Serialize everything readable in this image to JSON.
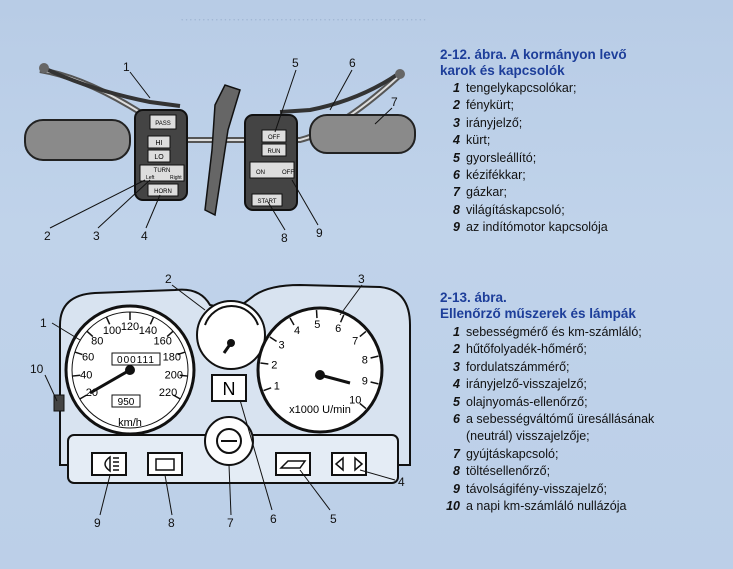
{
  "fig1": {
    "title_line1": "2-12. ábra. A kormányon levő",
    "title_line2": "karok és kapcsolók",
    "items": [
      {
        "n": "1",
        "text": "tengelykapcsolókar;"
      },
      {
        "n": "2",
        "text": "fénykürt;"
      },
      {
        "n": "3",
        "text": "irányjelző;"
      },
      {
        "n": "4",
        "text": "kürt;"
      },
      {
        "n": "5",
        "text": "gyorsleállító;"
      },
      {
        "n": "6",
        "text": "kézifékkar;"
      },
      {
        "n": "7",
        "text": "gázkar;"
      },
      {
        "n": "8",
        "text": "világításkapcsoló;"
      },
      {
        "n": "9",
        "text": "az indítómotor kapcsolója"
      }
    ],
    "callouts": [
      "1",
      "2",
      "3",
      "4",
      "5",
      "6",
      "7",
      "8",
      "9"
    ],
    "labels": {
      "pass": "PASS",
      "hi": "HI",
      "lo": "LO",
      "turn": "TURN",
      "left": "Left",
      "right": "Right",
      "horn": "HORN",
      "off": "OFF",
      "run": "RUN",
      "on": "ON",
      "off2": "OFF",
      "start": "START"
    }
  },
  "fig2": {
    "title_line1": "2-13. ábra.",
    "title_line2": "Ellenőrző műszerek és lámpák",
    "items": [
      {
        "n": "1",
        "text": "sebességmérő és km-számláló;"
      },
      {
        "n": "2",
        "text": "hűtőfolyadék-hőmérő;"
      },
      {
        "n": "3",
        "text": "fordulatszámmérő;"
      },
      {
        "n": "4",
        "text": "irányjelző-visszajelző;"
      },
      {
        "n": "5",
        "text": "olajnyomás-ellenőrző;"
      },
      {
        "n": "6",
        "text": "a sebességváltómű üresállásának"
      },
      {
        "n": "",
        "text": "(neutrál) visszajelzője;"
      },
      {
        "n": "7",
        "text": "gyújtáskapcsoló;"
      },
      {
        "n": "8",
        "text": "töltésellenőrző;"
      },
      {
        "n": "9",
        "text": "távolságifény-visszajelző;"
      },
      {
        "n": "10",
        "text": "a napi km-számláló nullázója"
      }
    ],
    "callouts": [
      "1",
      "2",
      "3",
      "4",
      "5",
      "6",
      "7",
      "8",
      "9",
      "10"
    ],
    "speedo_ticks": [
      "20",
      "40",
      "60",
      "80",
      "100",
      "120",
      "140",
      "160",
      "180",
      "200",
      "220"
    ],
    "odometer": "000111",
    "trip": "950",
    "speed_unit": "km/h",
    "tacho_ticks": [
      "1",
      "2",
      "3",
      "4",
      "5",
      "6",
      "7",
      "8",
      "9",
      "10"
    ],
    "tacho_unit": "x1000 U/min",
    "neutral": "N"
  }
}
